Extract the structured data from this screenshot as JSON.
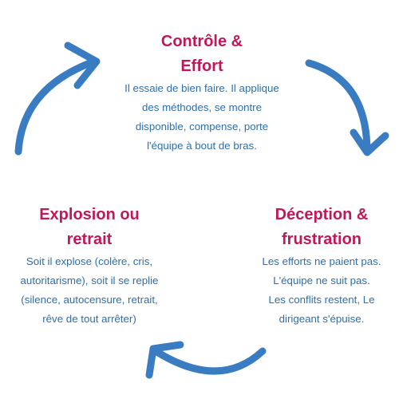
{
  "colors": {
    "title": "#c2185b",
    "body": "#2e6fae",
    "arrow": "#3a7cc1"
  },
  "stages": [
    {
      "title_lines": [
        "Contrôle &",
        "Effort"
      ],
      "text_lines": [
        "Il essaie de bien faire. Il applique",
        "des méthodes, se montre",
        "disponible, compense, porte",
        "l'équipe à bout de bras."
      ]
    },
    {
      "title_lines": [
        "Déception &",
        "frustration"
      ],
      "text_lines": [
        "Les efforts ne paient pas.",
        "L'équipe ne suit pas.",
        "Les conflits restent, Le",
        "dirigeant s'épuise."
      ]
    },
    {
      "title_lines": [
        "Explosion ou",
        "retrait"
      ],
      "text_lines": [
        "Soit il explose (colère, cris,",
        "autoritarisme), soit il se replie",
        "(silence, autocensure, retrait,",
        "rêve de tout arrêter)"
      ]
    }
  ],
  "arrow_icons": [
    "cycle-arrow-icon",
    "cycle-arrow-icon",
    "cycle-arrow-icon"
  ]
}
